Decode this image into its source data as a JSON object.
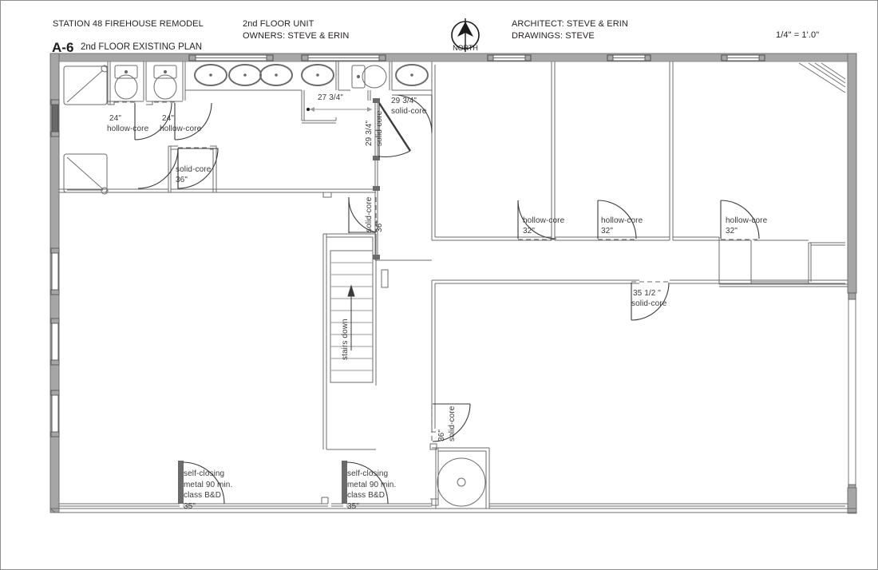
{
  "sheet": {
    "project_title": "STATION 48  FIREHOUSE REMODEL",
    "sheet_number": "A-6",
    "plan_name": "2nd FLOOR EXISTING PLAN",
    "unit_line": "2nd FLOOR  UNIT",
    "owners": "OWNERS: STEVE & ERIN",
    "architect": "ARCHITECT: STEVE & ERIN",
    "drawings": "DRAWINGS: STEVE",
    "scale": "1/4\" = 1'.0\"",
    "north_label": "NORTH",
    "line_color": "#3a3a3a",
    "wall_fill": "#a6a6a6",
    "text_color": "#231f20"
  },
  "annotations": {
    "door_wc1_size": "24\"",
    "door_wc1_type": "hollow-core",
    "door_wc2_size": "24\"",
    "door_wc2_type": "hollow-core",
    "door_hall_type": "solid-core",
    "door_hall_size": "36\"",
    "dim_lav": "27 3/4\"",
    "door_mid_size": "29 3/4\"",
    "door_mid_type": "solid-core",
    "door_vert_size": "29 3/4\"",
    "door_vert_type": "solid-core",
    "door_stair_type": "solid-core",
    "door_stair_size": "36\"",
    "stairs_label": "stairs down",
    "door_r1_type": "hollow-core",
    "door_r1_size": "32\"",
    "door_r2_type": "hollow-core",
    "door_r2_size": "32\"",
    "door_r3_type": "hollow-core",
    "door_r3_size": "32\"",
    "door_mid_right_size": "35 1/2 \"",
    "door_mid_right_type": "solid-core",
    "door_low_size": "36\"",
    "door_low_type": "solid-core",
    "fire_door_1": {
      "line1": "self-closing",
      "line2": "metal 90 min.",
      "line3": "class B&D",
      "line4": "35\""
    },
    "fire_door_2": {
      "line1": "self-closing",
      "line2": "metal 90 min.",
      "line3": "class B&D",
      "line4": "35\""
    }
  }
}
